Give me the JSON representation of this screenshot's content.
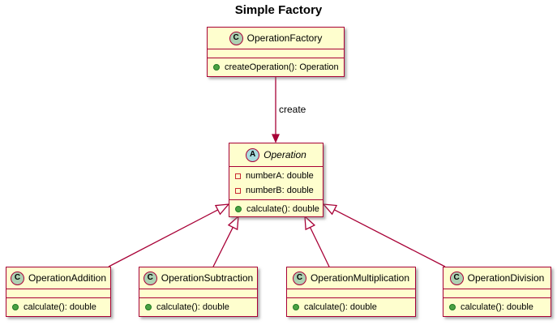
{
  "title": "Simple Factory",
  "edge_label": "create",
  "colors": {
    "box_fill": "#FEFECE",
    "border": "#A80036",
    "arrow": "#A80036",
    "class_spot": "#ADD1B2",
    "abstract_spot": "#A9DCDF",
    "public_method_marker": "#4AA144",
    "private_field_marker": "#C82930"
  },
  "classes": [
    {
      "spot": "C",
      "kind": "class",
      "name": "OperationFactory",
      "fields": [],
      "methods": [
        "createOperation(): Operation"
      ]
    },
    {
      "spot": "A",
      "kind": "abstract",
      "name": "Operation",
      "fields": [
        "numberA: double",
        "numberB: double"
      ],
      "methods": [
        "calculate(): double"
      ]
    },
    {
      "spot": "C",
      "kind": "class",
      "name": "OperationAddition",
      "fields": [],
      "methods": [
        "calculate(): double"
      ]
    },
    {
      "spot": "C",
      "kind": "class",
      "name": "OperationSubtraction",
      "fields": [],
      "methods": [
        "calculate(): double"
      ]
    },
    {
      "spot": "C",
      "kind": "class",
      "name": "OperationMultiplication",
      "fields": [],
      "methods": [
        "calculate(): double"
      ]
    },
    {
      "spot": "C",
      "kind": "class",
      "name": "OperationDivision",
      "fields": [],
      "methods": [
        "calculate(): double"
      ]
    }
  ],
  "relationships": [
    {
      "from": "OperationFactory",
      "to": "Operation",
      "type": "dependency",
      "label": "create"
    },
    {
      "from": "OperationAddition",
      "to": "Operation",
      "type": "generalization"
    },
    {
      "from": "OperationSubtraction",
      "to": "Operation",
      "type": "generalization"
    },
    {
      "from": "OperationMultiplication",
      "to": "Operation",
      "type": "generalization"
    },
    {
      "from": "OperationDivision",
      "to": "Operation",
      "type": "generalization"
    }
  ]
}
